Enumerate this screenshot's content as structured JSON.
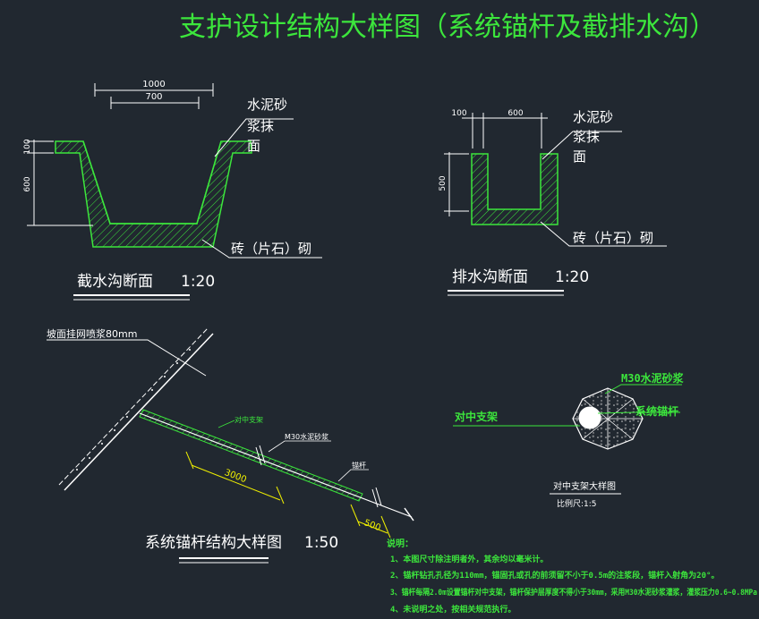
{
  "title": "支护设计结构大样图（系统锚杆及截排水沟）",
  "colors": {
    "background": "#212830",
    "title": "#3CE63C",
    "line": "#FFFFFF",
    "hatch": "#3CE63C",
    "yellow": "#F0F000"
  },
  "intercept_ditch": {
    "dim_top_outer": "1000",
    "dim_top_inner": "700",
    "dim_left_top": "100",
    "dim_left_height": "600",
    "label_plaster_1": "水泥砂",
    "label_plaster_2": "浆抹",
    "label_plaster_3": "面",
    "label_masonry": "砖（片石）砌",
    "caption": "截水沟断面",
    "scale": "1:20"
  },
  "drain_ditch": {
    "dim_wall": "100",
    "dim_inner": "600",
    "dim_height": "500",
    "label_plaster_1": "水泥砂",
    "label_plaster_2": "浆抹",
    "label_plaster_3": "面",
    "label_masonry": "砖（片石）砌",
    "caption": "排水沟断面",
    "scale": "1:20"
  },
  "anchor": {
    "label_shotcrete": "坡面挂网喷浆80mm",
    "label_bracket": "对中支架",
    "label_mortar": "M30水泥砂浆",
    "label_rod": "锚杆",
    "dim_3000": "3000",
    "dim_500": "500",
    "caption": "系统锚杆结构大样图",
    "scale": "1:50"
  },
  "bracket_detail": {
    "label_mortar": "M30水泥砂浆",
    "label_rod": "系统锚杆",
    "label_bracket": "对中支架",
    "caption": "对中支架大样图",
    "scale": "比例尺:1:5"
  },
  "notes": {
    "heading": "说明：",
    "items": [
      "1、本图尺寸除注明者外，其余均以毫米计。",
      "2、锚杆钻孔孔径为110mm，锚固孔或孔的前须留不小于0.5m的注浆段，锚杆入射角为20°。",
      "3、锚杆每隔2.0m设置锚杆对中支架，锚杆保护层厚度不得小于30mm，采用M30水泥砂浆灌浆，灌浆压力0.6~0.8MPa",
      "4、未说明之处，按相关规范执行。"
    ]
  }
}
